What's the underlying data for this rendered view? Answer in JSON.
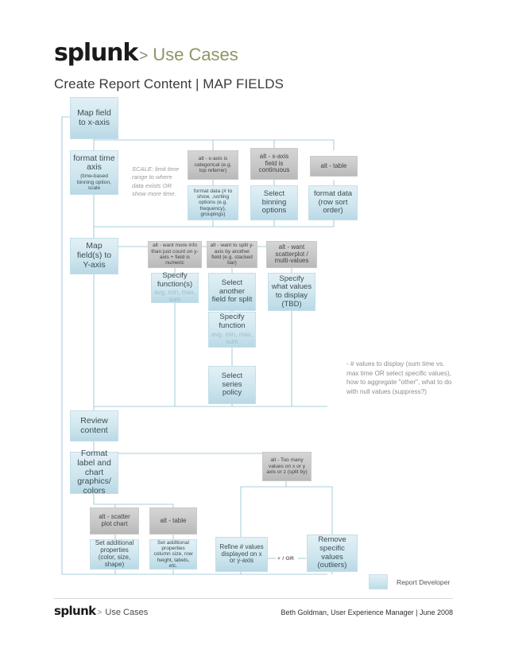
{
  "header": {
    "brand": "splunk",
    "brand_sep": ">",
    "brand_suffix": "Use Cases",
    "subtitle": "Create Report Content | MAP FIELDS"
  },
  "diagram": {
    "boxes": {
      "map_x": "Map field to x-axis",
      "format_time_axis": "format time axis",
      "format_time_axis_sub": "(time-based binning option, scale",
      "alt_x_categorical": "alt - x-axis  is categorical (e.g. top referrer)",
      "alt_x_continuous": "alt - x-axis field is continuous",
      "alt_table_top": "alt - table",
      "format_data_sorting": "format data (# to show, ,sorting options (e.g. frequency), groupings)",
      "select_binning": "Select binning options",
      "format_data_row_sort": "format data (row sort order)",
      "map_y": "Map field(s) to Y-axis",
      "alt_more_info": "alt - want more info than just count on y-axis + field is numeric",
      "alt_split_y": "alt - want to split y-axis by another field (e.g. stacked bar)",
      "alt_scatterplot": "alt - want scatterplot / multi-values",
      "specify_functions": "Specify function(s)",
      "specify_functions_sub": "avg, min, max, sum",
      "select_another_field": "Select another field for split",
      "specify_what_values": "Specify what values to display (TBD)",
      "specify_function": "Specify function",
      "specify_function_sub": "avg, min, max, sum",
      "select_series_policy": "Select series policy",
      "review_content": "Review content",
      "format_label": "Format label and chart graphics/ colors",
      "alt_too_many": "alt - Too many values on x or y axis or z (split by)",
      "alt_scatter_plot_chart": "alt - scatter plot chart",
      "alt_table_bottom": "alt - table",
      "set_additional_color": "Set additional properties (color, size, shape)",
      "set_additional_column": "Set additional properties column size, row height, labels, etc.",
      "refine_values": "Refine # values displayed on x or y-axis",
      "remove_specific": "Remove specific values (outliers)"
    },
    "notes": {
      "scale_note": "SCALE: limit  time range to where data exists OR show more time.",
      "values_note": "- # values to display (sum time vs. max time OR select specific values), how to aggregate \"other\", what to do with null values (suppress?)"
    },
    "operators": {
      "plus_or": "+ / OR"
    },
    "legend": {
      "label": "Report Developer",
      "color": "#cfe6ee"
    },
    "colors": {
      "blue_fill": "#cfe6ee",
      "gray_fill": "#c6c6c6",
      "connector": "#aacfdd"
    }
  },
  "footer": {
    "brand": "splunk",
    "brand_sep": ">",
    "brand_suffix": "Use Cases",
    "credit": "Beth Goldman, User Experience Manager | June 2008"
  }
}
